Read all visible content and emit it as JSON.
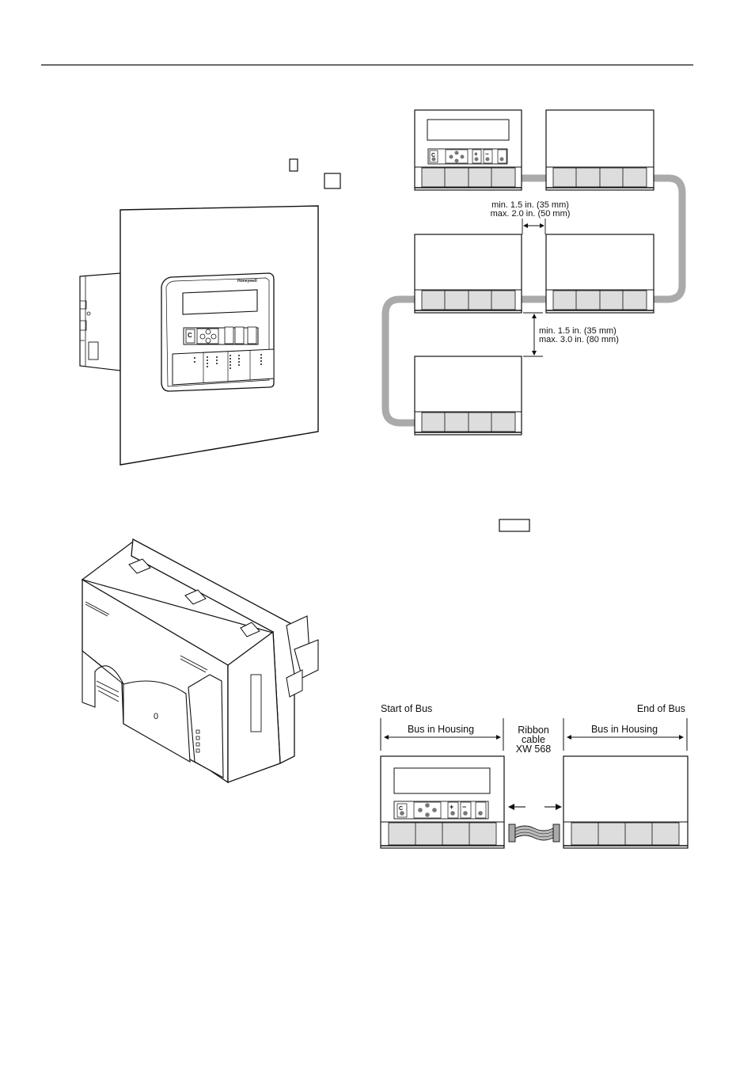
{
  "spacing_diagram": {
    "horizontal_gap_min": "min. 1.5 in. (35 mm)",
    "horizontal_gap_max": "max. 2.0 in. (50 mm)",
    "vertical_gap_min": "min. 1.5 in. (35 mm)",
    "vertical_gap_max": "max. 3.0 in. (80 mm)"
  },
  "bus_diagram": {
    "start_label": "Start of Bus",
    "end_label": "End of Bus",
    "left_housing_label": "Bus in Housing",
    "right_housing_label": "Bus in Housing",
    "cable_line1": "Ribbon",
    "cable_line2": "cable",
    "cable_line3": "XW 568"
  },
  "controller_keys": {
    "clear": "C",
    "plus": "+",
    "minus": "−"
  },
  "panel_illustration": {
    "brand": "Honeywell"
  },
  "housing_illustration": {
    "mark": "0"
  }
}
